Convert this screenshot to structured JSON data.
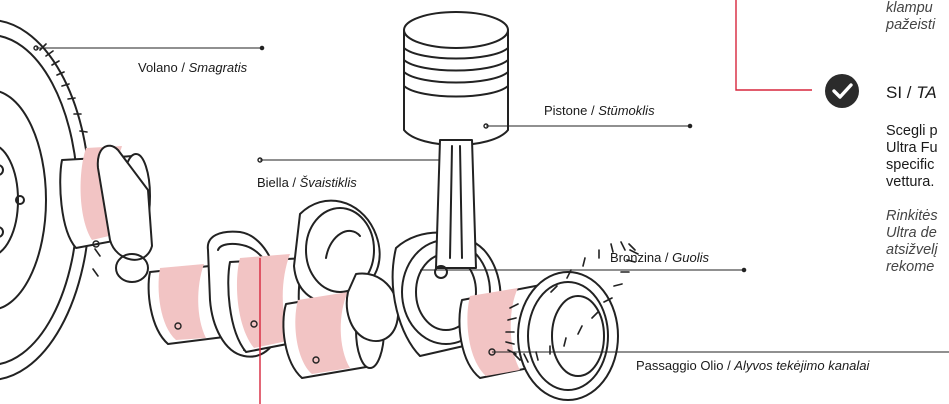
{
  "labels": {
    "volano": {
      "it": "Volano",
      "lt": "Smagratis"
    },
    "pistone": {
      "it": "Pistone",
      "lt": "Stūmoklis"
    },
    "biella": {
      "it": "Biella",
      "lt": "Švaistiklis"
    },
    "bronzina": {
      "it": "Bronzina",
      "lt": "Guolis"
    },
    "passaggio": {
      "it": "Passaggio Olio",
      "lt": "Alyvos tekėjimo kanalai"
    },
    "separator": " / "
  },
  "right_panel": {
    "top_italic": [
      "klampu",
      "pažeisti"
    ],
    "si_title": "SI",
    "si_title_lt": "TA",
    "it_lines": [
      "Scegli p",
      "Ultra Fu",
      "specific",
      "vettura."
    ],
    "lt_lines": [
      "Rinkitės",
      "Ultra de",
      "atsižvelį",
      "rekome"
    ]
  },
  "colors": {
    "accent": "#d7263d",
    "bearing": "#f2c4c4",
    "line": "#222222",
    "badge": "#2b2b2b"
  },
  "icons": {
    "check": "check-circle-icon"
  }
}
